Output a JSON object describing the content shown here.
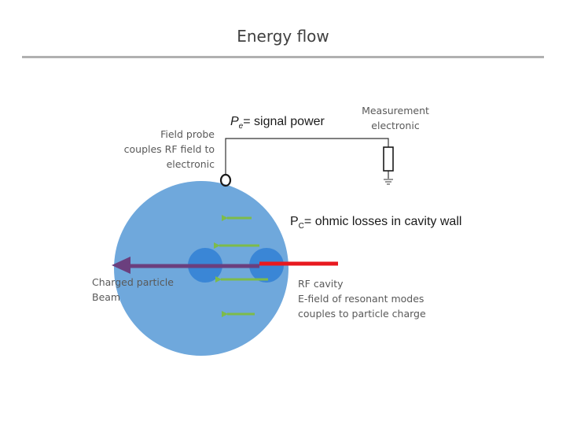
{
  "title": "Energy flow",
  "labels": {
    "probe": "Field probe\ncouples RF field to\nelectronic",
    "measurement": "Measurement\nelectronic",
    "beam": "Charged particle\nBeam",
    "rf_cavity": "RF cavity\nE-field of resonant modes\ncouples to particle charge"
  },
  "equations": {
    "pe_symbol": "P",
    "pe_sub": "e",
    "pe_text": "= signal power",
    "pc_symbol": "P",
    "pc_sub": "C",
    "pc_text": "= ohmic losses in cavity wall"
  },
  "colors": {
    "cavity": "#6fa8dc",
    "bunch": "#3a86d6",
    "beam_arrow": "#6b3f7e",
    "beam_red": "#e8191f",
    "field_arrow": "#7dbb4a",
    "wire": "#333333",
    "rule": "#b0b0b0"
  },
  "icons": [
    "probe-loop-icon",
    "resistor-icon",
    "ground-icon"
  ]
}
